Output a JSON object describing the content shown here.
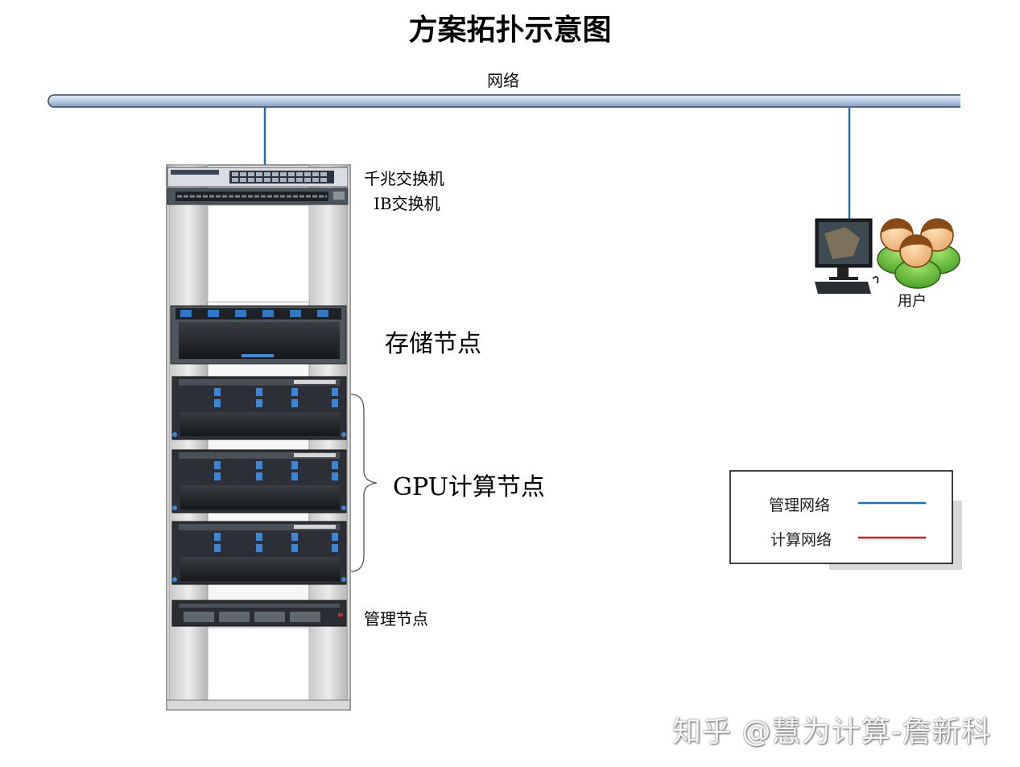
{
  "title": "方案拓扑示意图",
  "network": {
    "label": "网络"
  },
  "rack": {
    "switch_label_gigabit": "千兆交换机",
    "switch_label_ib": "IB交换机",
    "storage_label": "存储节点",
    "gpu_label": "GPU计算节点",
    "management_label": "管理节点"
  },
  "user": {
    "label": "用户"
  },
  "legend": {
    "items": [
      {
        "label": "管理网络",
        "color": "#1f6fb5"
      },
      {
        "label": "计算网络",
        "color": "#cc1f1f"
      }
    ]
  },
  "colors": {
    "backbone": "#b8cce4",
    "management_line": "#1f6fb5"
  },
  "watermark": "知乎 @慧为计算-詹新科"
}
